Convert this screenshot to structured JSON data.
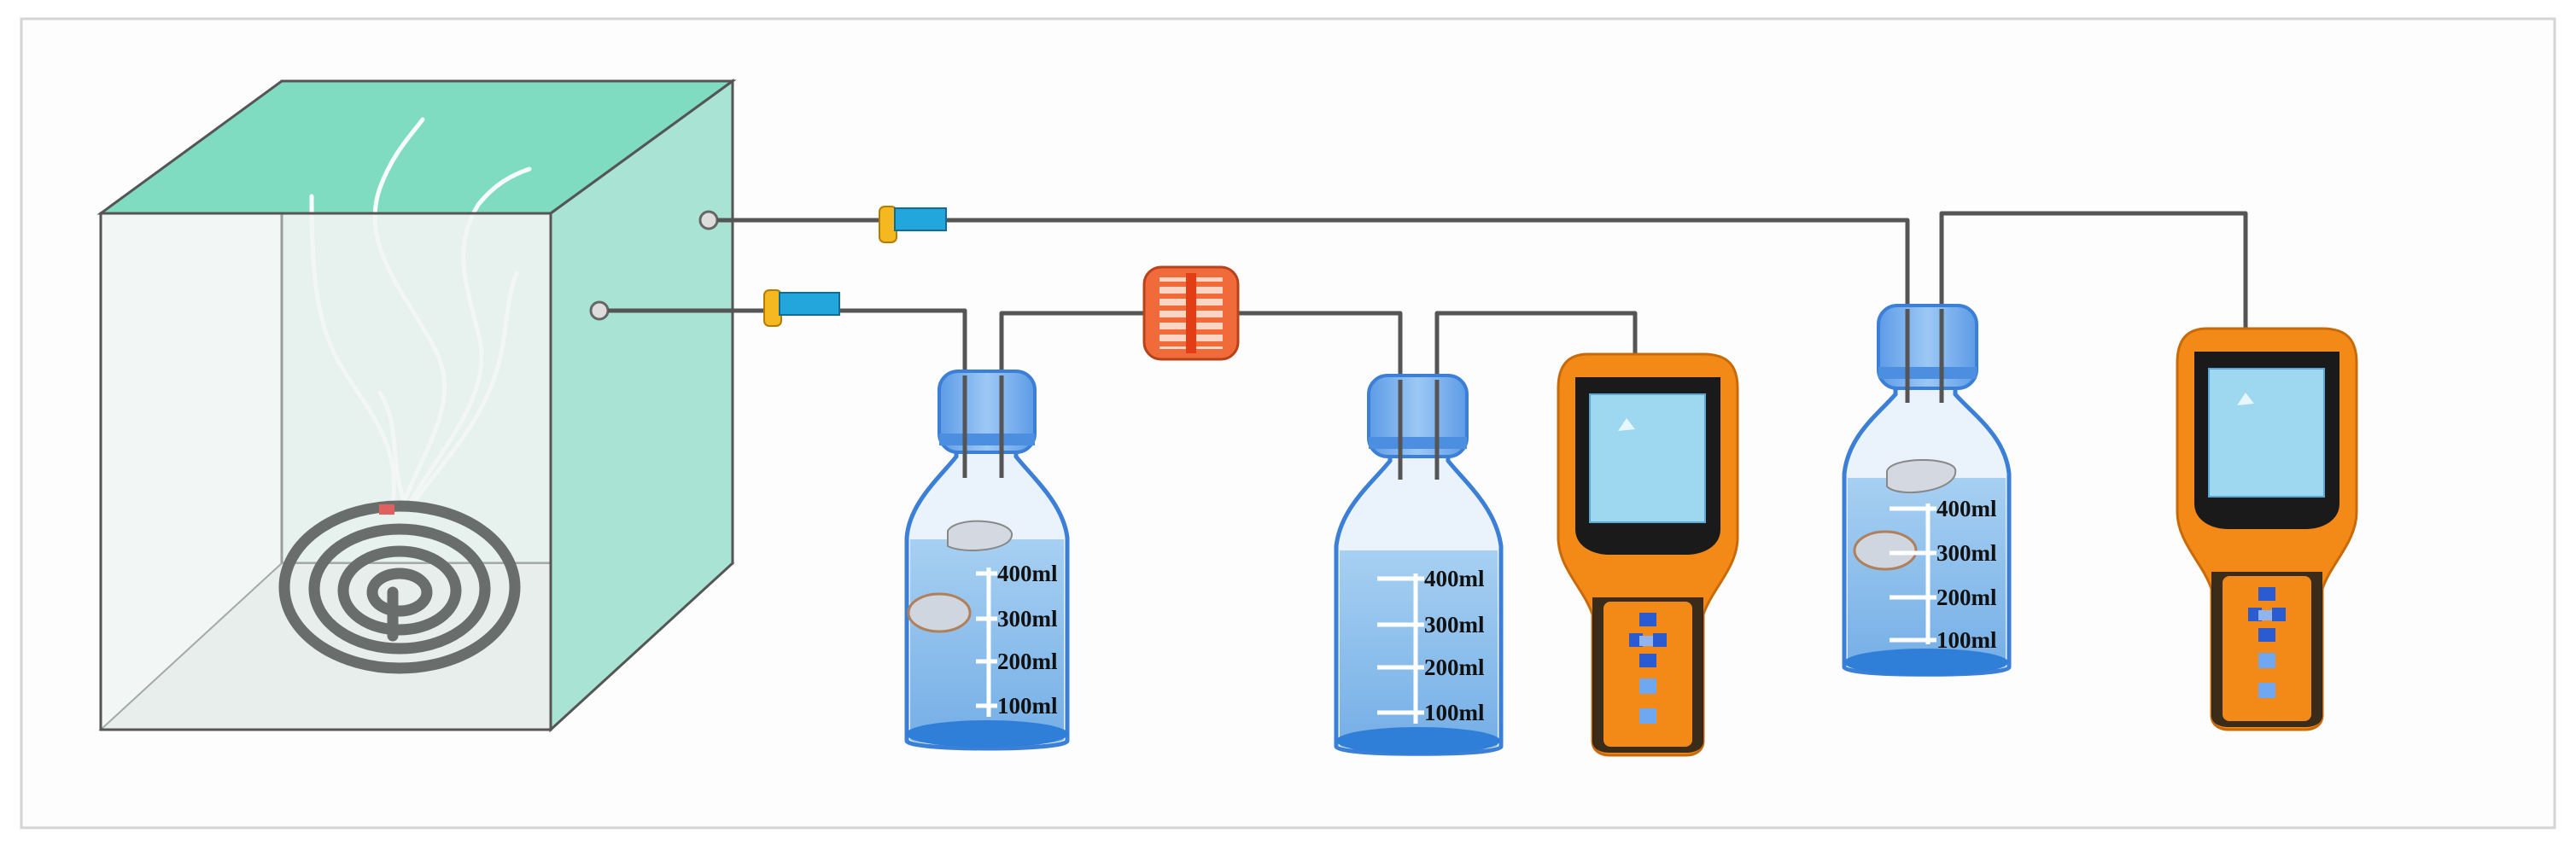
{
  "diagram": {
    "bottle_1": {
      "labels": [
        "400ml",
        "300ml",
        "200ml",
        "100ml"
      ]
    },
    "bottle_2": {
      "labels": [
        "400ml",
        "300ml",
        "200ml",
        "100ml"
      ]
    },
    "bottle_3": {
      "labels": [
        "400ml",
        "300ml",
        "200ml",
        "100ml"
      ]
    },
    "colors": {
      "box_face": "#a9e3d3",
      "box_top": "#7fdcc0",
      "device_body": "#f38a18",
      "screen": "#9ed7f0",
      "liquid": "#8cc0ec",
      "cap": "#6ca9ee",
      "filter": "#f06a3a",
      "valve_body": "#22a6dc",
      "valve_knob": "#f5b820",
      "tube": "#555555"
    }
  }
}
